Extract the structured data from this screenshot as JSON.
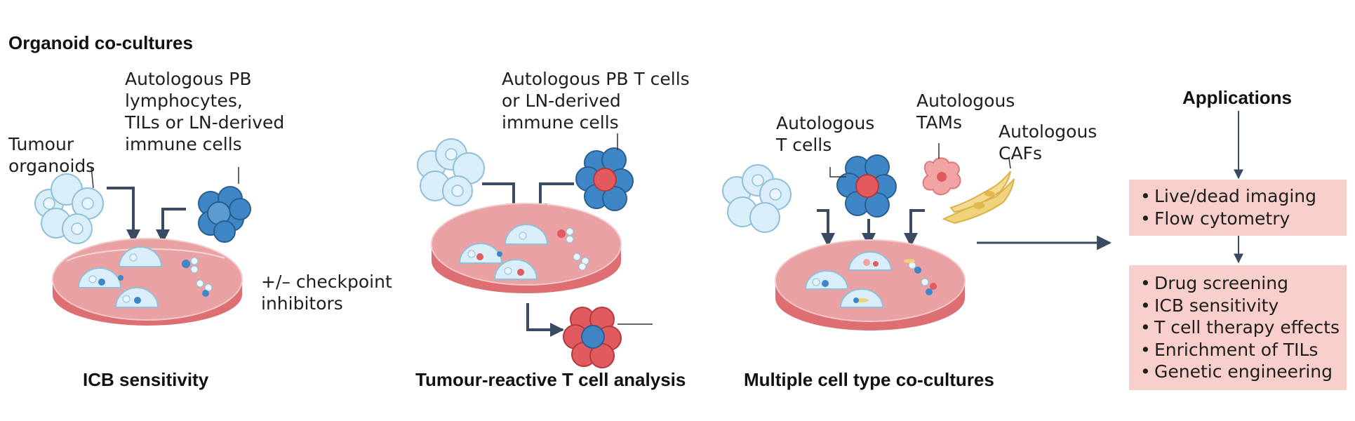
{
  "title": "Organoid co-cultures",
  "panels": {
    "icb": {
      "label_organoids": "Tumour\norganoids",
      "label_immune": "Autologous PB\nlymphocytes,\nTILs or LN-derived\nimmune cells",
      "label_inhibitors": "+/– checkpoint\ninhibitors",
      "caption": "ICB sensitivity"
    },
    "reactive": {
      "label_immune": "Autologous PB T cells\nor LN-derived\nimmune cells",
      "caption": "Tumour-reactive T cell analysis"
    },
    "multi": {
      "label_tcells": "Autologous\nT cells",
      "label_tams": "Autologous\nTAMs",
      "label_cafs": "Autologous\nCAFs",
      "caption": "Multiple cell type co-cultures"
    }
  },
  "applications": {
    "heading": "Applications",
    "readouts": [
      "Live/dead imaging",
      "Flow cytometry"
    ],
    "uses": [
      "Drug screening",
      "ICB sensitivity",
      "T cell therapy effects",
      "Enrichment of TILs",
      "Genetic engineering"
    ]
  },
  "colors": {
    "dish_fill": "#e9a1a3",
    "dish_rim": "#dd6f72",
    "organoid_fill": "#d9eef8",
    "organoid_stroke": "#8fc0d8",
    "immune_cell": "#3f86c6",
    "red_cell": "#e05a5e",
    "tam_cell": "#f2a3a4",
    "caf_cell": "#f0d27a",
    "arrow": "#3b4a63",
    "box_fill": "#f8cfcb"
  }
}
